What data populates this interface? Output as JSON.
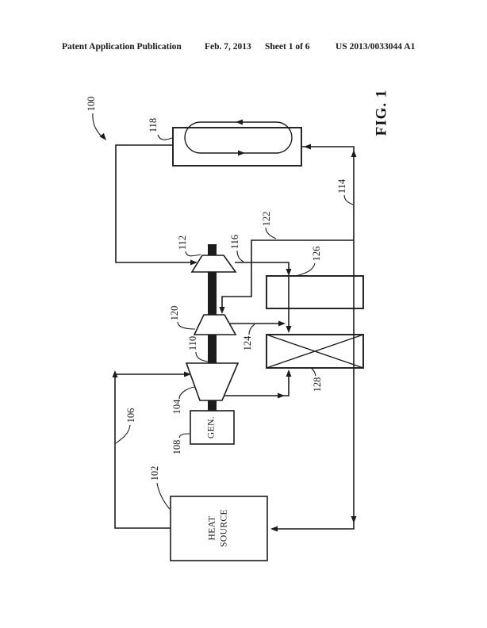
{
  "page": {
    "header": {
      "publication": "Patent Application Publication",
      "date": "Feb. 7, 2013",
      "sheet": "Sheet 1 of 6",
      "document_number": "US 2013/0033044 A1"
    },
    "figure_label": "FIG. 1"
  },
  "diagram": {
    "refs": {
      "r100": "100",
      "r102": "102",
      "r104": "104",
      "r106": "106",
      "r108": "108",
      "r110": "110",
      "r112": "112",
      "r114": "114",
      "r116": "116",
      "r118": "118",
      "r120": "120",
      "r122": "122",
      "r124": "124",
      "r126": "126",
      "r128": "128"
    },
    "component_text": {
      "generator": "GEN.",
      "heat_source_line1": "HEAT",
      "heat_source_line2": "SOURCE"
    },
    "ink_color": "#1c1c1c",
    "paper_color": "#ffffff"
  }
}
